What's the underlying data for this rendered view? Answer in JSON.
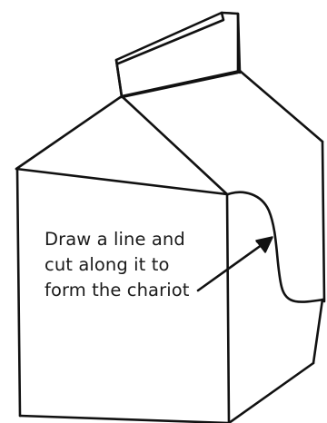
{
  "annotation": {
    "lines": [
      "Draw a line and",
      "cut along it to",
      "form the chariot"
    ]
  },
  "colors": {
    "ink": "#111111",
    "background": "#ffffff"
  }
}
